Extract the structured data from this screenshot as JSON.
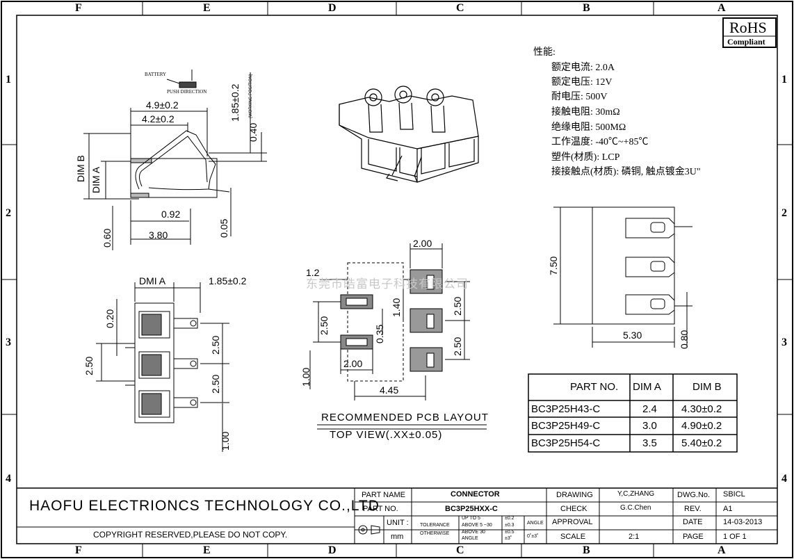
{
  "zones": {
    "columns": [
      "F",
      "E",
      "D",
      "C",
      "B",
      "A"
    ],
    "rows": [
      "1",
      "2",
      "3",
      "4"
    ]
  },
  "rohs": {
    "line1": "RoHS",
    "line2": "Compliant"
  },
  "specs": {
    "heading": "性能:",
    "items": [
      "额定电流: 2.0A",
      "额定电压: 12V",
      "耐电压: 500V",
      "接触电阻: 30mΩ",
      "绝缘电阻: 500MΩ",
      "工作温度: -40℃~+85℃",
      "塑件(材质): LCP",
      "接接触点(材质): 磷铜, 触点镀金3U\""
    ]
  },
  "side_view": {
    "battery": "BATTERY",
    "push_direction": "PUSH DIRECTION",
    "working_position": "(WORKING POSITION)",
    "dims": {
      "d1": "4.9±0.2",
      "d2": "4.2±0.2",
      "d3": "1.85±0.2",
      "d4": "0.40",
      "dim_b": "DIM B",
      "dim_a": "DIM A",
      "d5": "0.92",
      "d6": "0.60",
      "d7": "3.80",
      "d8": "0.05"
    }
  },
  "front_view": {
    "dims": {
      "dmi_a": "DMI A",
      "d1": "1.85±0.2",
      "d2": "0.20",
      "d3": "2.50",
      "d4": "2.50",
      "d5": "2.50",
      "d6": "1.00"
    }
  },
  "pcb": {
    "dims": {
      "d1": "2.00",
      "d2": "1.2",
      "d3": "2.50",
      "d4": "1.40",
      "d5": "2.50",
      "d6": "0.35",
      "d7": "2.50",
      "d8": "2.00",
      "d9": "1.00",
      "d10": "4.45"
    },
    "watermark": "东莞市皓富电子科技有限公司",
    "caption1": "RECOMMENDED PCB LAYOUT",
    "caption2": "TOP VIEW(.XX±0.05)"
  },
  "right_view": {
    "dims": {
      "height": "7.50",
      "width": "5.30",
      "pin": "0.80"
    }
  },
  "parts_table": {
    "headers": [
      "PART NO.",
      "DIM A",
      "DIM B"
    ],
    "rows": [
      [
        "BC3P25H43-C",
        "2.4",
        "4.30±0.2"
      ],
      [
        "BC3P25H49-C",
        "3.0",
        "4.90±0.2"
      ],
      [
        "BC3P25H54-C",
        "3.5",
        "5.40±0.2"
      ]
    ]
  },
  "title_block": {
    "company": "HAOFU ELECTRIONCS TECHNOLOGY CO.,LTD",
    "copyright": "COPYRIGHT RESERVED,PLEASE DO NOT COPY.",
    "part_name_label": "PART NAME",
    "part_name": "CONNECTOR",
    "part_no_label": "PART NO.",
    "part_no": "BC3P25HXX-C",
    "unit_label": "UNIT :",
    "unit": "mm",
    "tolerance1": "TOLERANCE",
    "tolerance2": "OTHERWISE",
    "tol_up": "UP TO 5",
    "tol_up_v": "±0.2",
    "tol_mid": "ABOVE 5 ~30",
    "tol_mid_v": "±0.3",
    "tol_high": "ABOVE 30",
    "tol_high_v": "±0.5",
    "tol_angle": "ANGLE",
    "tol_angle_v": "±3˚",
    "angle": "ANGLE",
    "angle_v": "0˚±3˚",
    "drawing_label": "DRAWING",
    "drawing": "Y,C,ZHANG",
    "check_label": "CHECK",
    "check": "G.C.Chen",
    "approval_label": "APPROVAL",
    "scale_label": "SCALE",
    "scale": "2:1",
    "dwg_label": "DWG.No.",
    "dwg": "SBICL",
    "rev_label": "REV.",
    "rev": "A1",
    "date_label": "DATE",
    "date": "14-03-2013",
    "page_label": "PAGE",
    "page": "1 OF 1"
  }
}
